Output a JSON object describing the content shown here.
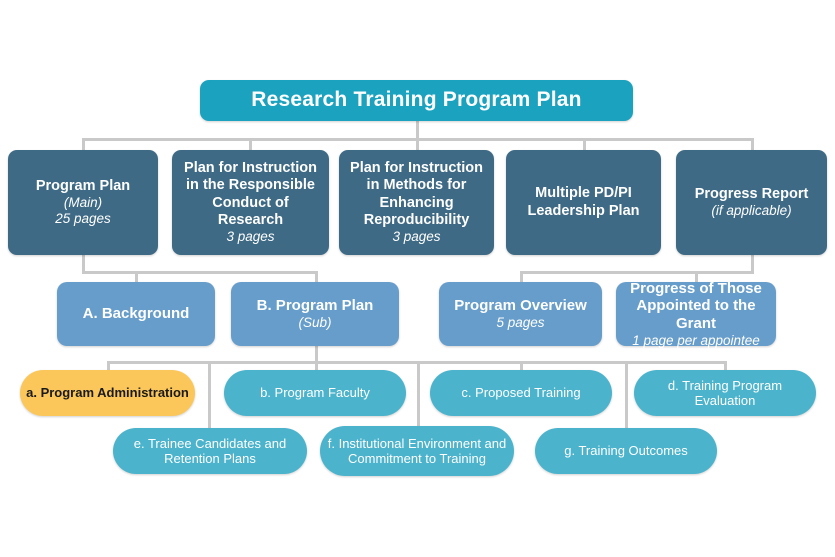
{
  "diagram": {
    "title_node": {
      "label": "Research Training Program Plan",
      "color": "#1ba2bf"
    },
    "level1": [
      {
        "label": "Program Plan",
        "sub": "(Main)",
        "sub2": "25 pages"
      },
      {
        "label": "Plan for Instruction in the Responsible Conduct of Research",
        "sub": "",
        "sub2": "3 pages"
      },
      {
        "label": "Plan for Instruction in Methods for Enhancing Reproducibility",
        "sub": "",
        "sub2": "3 pages"
      },
      {
        "label": "Multiple PD/PI Leadership Plan",
        "sub": "",
        "sub2": ""
      },
      {
        "label": "Progress Report",
        "sub": "(if applicable)",
        "sub2": ""
      }
    ],
    "level2": [
      {
        "label": "A. Background",
        "sub": "",
        "sub2": ""
      },
      {
        "label": "B. Program Plan",
        "sub": "(Sub)",
        "sub2": ""
      },
      {
        "label": "Program Overview",
        "sub": "",
        "sub2": "5 pages"
      },
      {
        "label": "Progress of Those Appointed to the Grant",
        "sub": "",
        "sub2": "1 page per appointee"
      }
    ],
    "level3": [
      {
        "label": "a. Program Administration",
        "highlighted": true
      },
      {
        "label": "b. Program Faculty",
        "highlighted": false
      },
      {
        "label": "c. Proposed Training",
        "highlighted": false
      },
      {
        "label": "d. Training Program Evaluation",
        "highlighted": false
      }
    ],
    "level4": [
      {
        "label": "e. Trainee Candidates and Retention Plans"
      },
      {
        "label": "f. Institutional Environment and Commitment to Training"
      },
      {
        "label": "g. Training Outcomes"
      }
    ],
    "colors": {
      "title": "#1ba2bf",
      "level1": "#3e6a85",
      "level2": "#679dca",
      "pill": "#4bb3cc",
      "highlight": "#fbc75a",
      "connector": "#c9c9c9",
      "background": "#ffffff"
    }
  }
}
